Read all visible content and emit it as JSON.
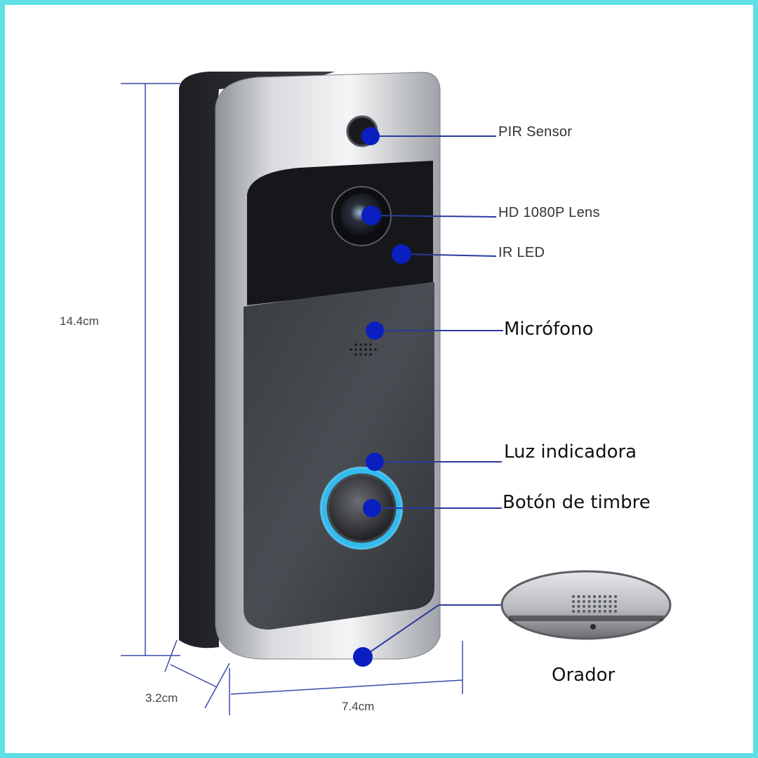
{
  "labels": {
    "pir_sensor": "PIR Sensor",
    "hd_lens": "HD 1080P Lens",
    "ir_led": "IR LED",
    "microfono": "Micrófono",
    "luz_indicadora": "Luz indicadora",
    "boton_timbre": "Botón de timbre",
    "orador": "Orador"
  },
  "dimensions": {
    "height": "14.4cm",
    "depth": "3.2cm",
    "width": "7.4cm"
  },
  "colors": {
    "frame_border": "#5fe0e6",
    "callout_dot": "#0a1fbf",
    "callout_line": "#2b3a9e",
    "ring_glow": "#34c6ff",
    "dimension_line": "#3a4aa8"
  }
}
